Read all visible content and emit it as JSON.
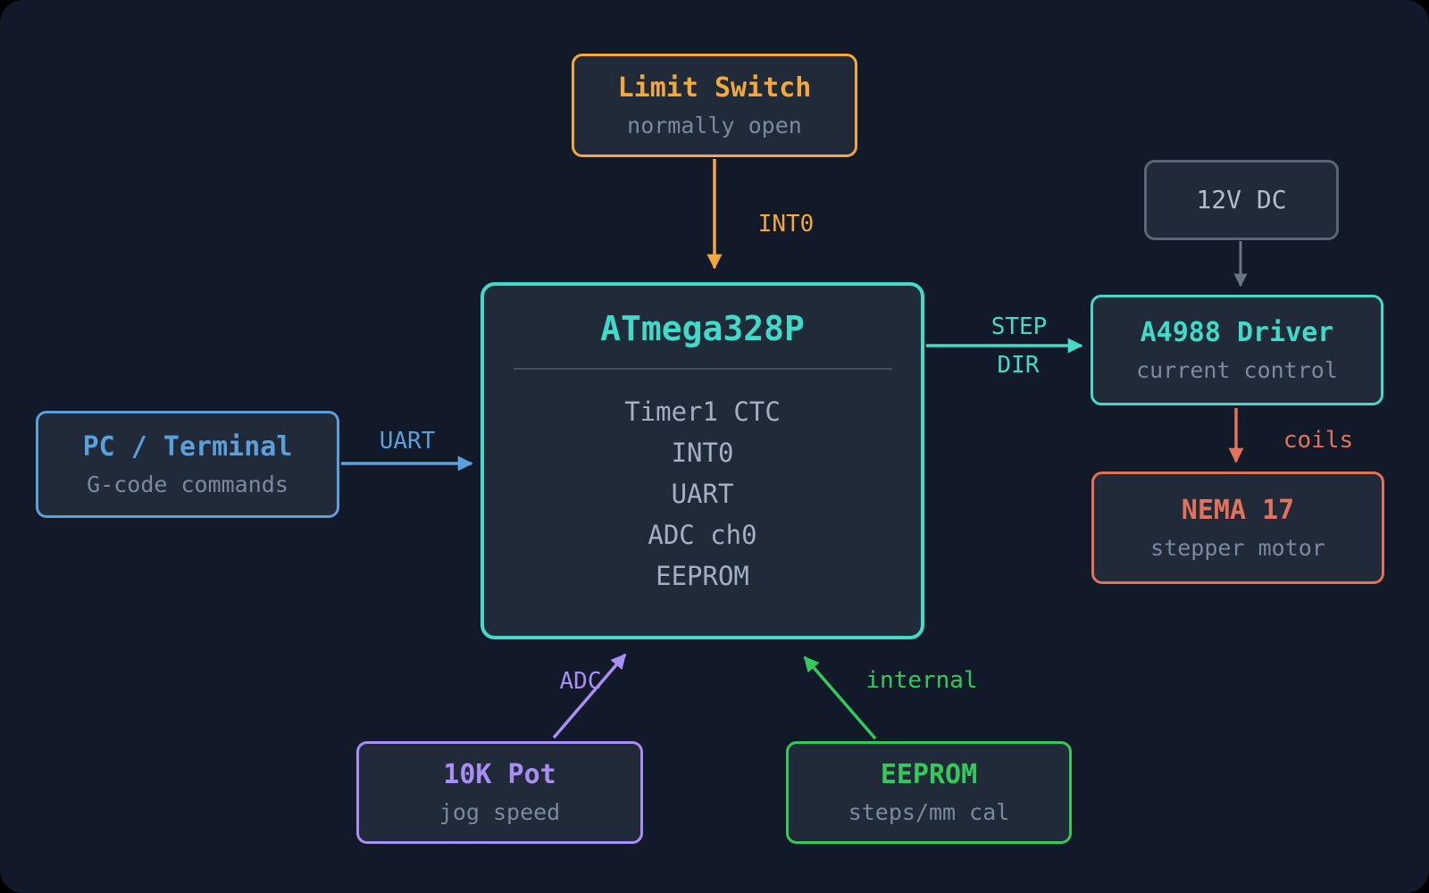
{
  "diagram": {
    "background": "#121A2A",
    "node_fill": "#202A38",
    "nodes": {
      "limit_switch": {
        "title": "Limit Switch",
        "subtitle": "normally open",
        "accent": "#F3A83C"
      },
      "pc": {
        "title": "PC / Terminal",
        "subtitle": "G-code commands",
        "accent": "#5B9FDB"
      },
      "mcu": {
        "title": "ATmega328P",
        "accent": "#45D9C8",
        "peripherals": [
          "Timer1 CTC",
          "INT0",
          "UART",
          "ADC ch0",
          "EEPROM"
        ]
      },
      "psu": {
        "title": "12V DC",
        "accent": "#5A6678"
      },
      "driver": {
        "title": "A4988 Driver",
        "subtitle": "current control",
        "accent": "#45D9C8"
      },
      "motor": {
        "title": "NEMA 17",
        "subtitle": "stepper motor",
        "accent": "#E2725B"
      },
      "pot": {
        "title": "10K Pot",
        "subtitle": "jog speed",
        "accent": "#A98EF5"
      },
      "eeprom": {
        "title": "EEPROM",
        "subtitle": "steps/mm cal",
        "accent": "#35C95C"
      }
    },
    "edges": {
      "int0": {
        "label": "INT0",
        "color": "#F3A83C",
        "from": "limit_switch",
        "to": "mcu"
      },
      "uart": {
        "label": "UART",
        "color": "#5B9FDB",
        "from": "pc",
        "to": "mcu"
      },
      "step_dir": {
        "label_top": "STEP",
        "label_bottom": "DIR",
        "color": "#45D9C8",
        "from": "mcu",
        "to": "driver"
      },
      "power": {
        "label": "",
        "color": "#6B7688",
        "from": "psu",
        "to": "driver"
      },
      "coils": {
        "label": "coils",
        "color": "#E2725B",
        "from": "driver",
        "to": "motor"
      },
      "adc": {
        "label": "ADC",
        "color": "#A98EF5",
        "from": "pot",
        "to": "mcu"
      },
      "internal": {
        "label": "internal",
        "color": "#35C95C",
        "from": "eeprom",
        "to": "mcu"
      }
    }
  }
}
